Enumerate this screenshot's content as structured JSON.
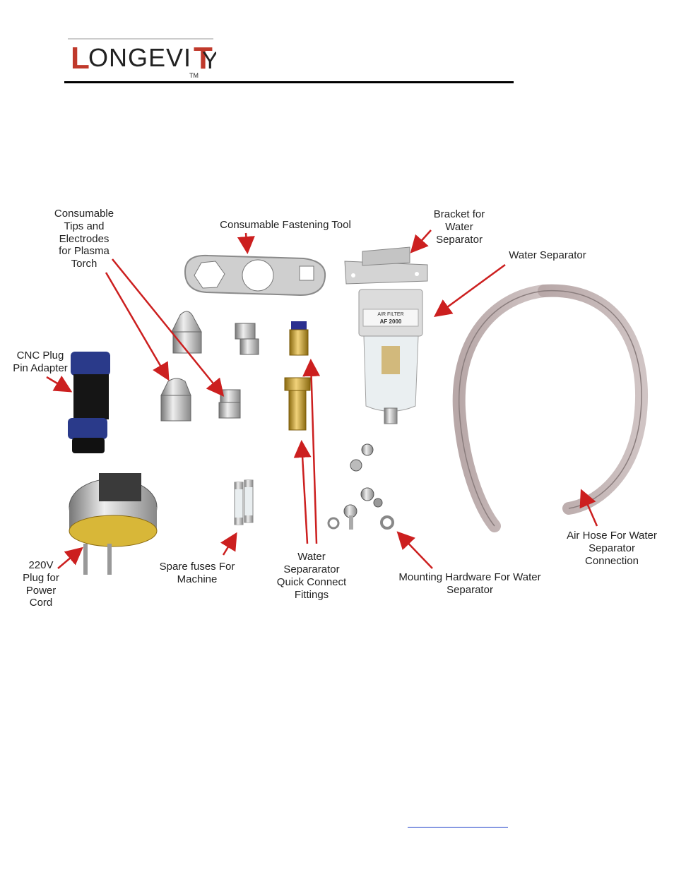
{
  "logo": {
    "text": "ONGEVI",
    "tm": "TM"
  },
  "labels": {
    "consumables": [
      "Consumable",
      "Tips and",
      "Electrodes",
      "for Plasma",
      "Torch"
    ],
    "fastening_tool": "Consumable Fastening Tool",
    "bracket": [
      "Bracket for",
      "Water",
      "Separator"
    ],
    "water_separator": "Water Separator",
    "cnc_plug": [
      "CNC Plug",
      "Pin Adapter"
    ],
    "plug_220v": [
      "220V",
      "Plug for",
      "Power",
      "Cord"
    ],
    "spare_fuses": [
      "Spare fuses For",
      "Machine"
    ],
    "quick_connect": [
      "Water",
      "Separarator",
      "Quick Connect",
      "Fittings"
    ],
    "mounting_hardware": [
      "Mounting Hardware For Water",
      "Separator"
    ],
    "air_hose": [
      "Air Hose For Water",
      "Separator",
      "Connection"
    ]
  },
  "filter_text": {
    "brand": "AIR FILTER",
    "model": "AF 2000"
  },
  "colors": {
    "logo_red": "#c0392b",
    "arrow_red": "#cc1f1f",
    "link_blue": "#1a3cc8"
  }
}
